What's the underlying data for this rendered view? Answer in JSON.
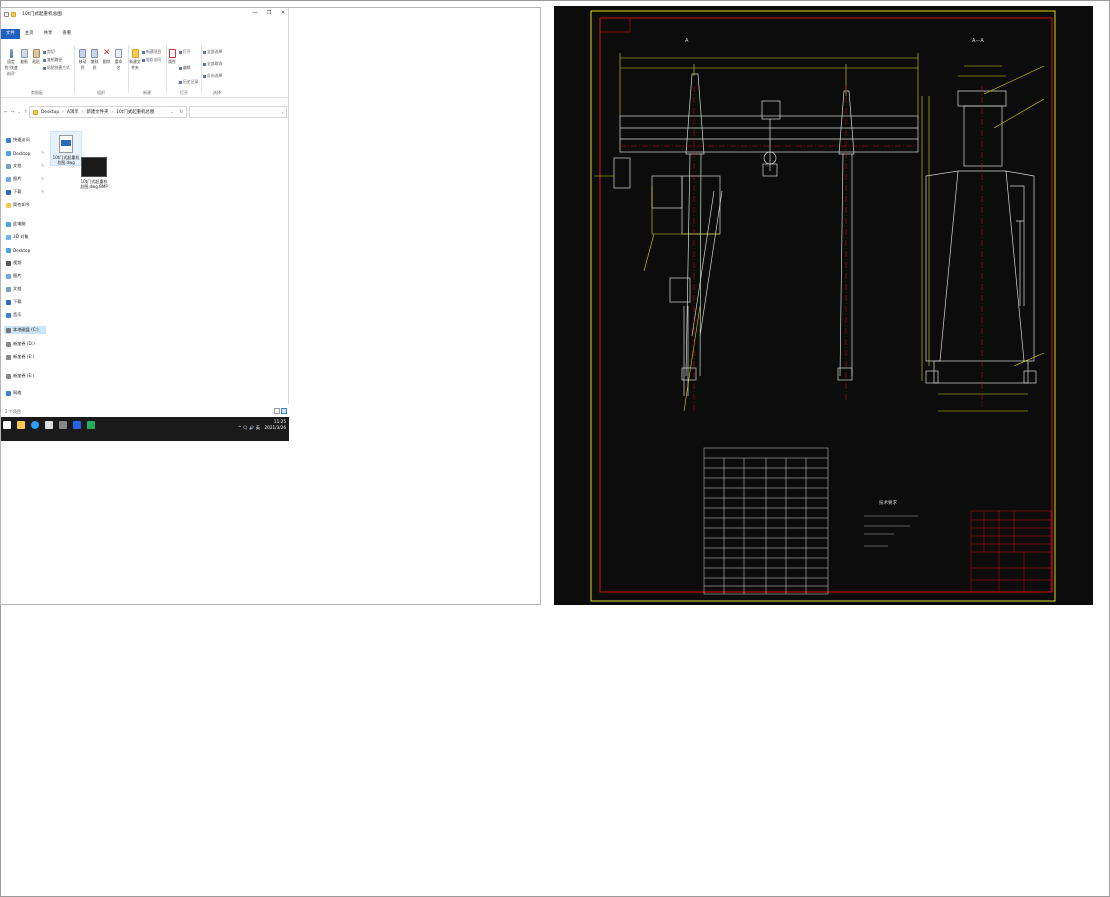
{
  "explorer": {
    "window_title": "10t门式起重机总图",
    "window_controls": [
      "—",
      "❐",
      "✕"
    ],
    "ribbon_tabs": [
      "文件",
      "主页",
      "共享",
      "查看"
    ],
    "ribbon": {
      "groups": [
        "剪贴板",
        "组织",
        "新建",
        "打开",
        "选择"
      ],
      "clipboard": {
        "pin": "固定到\"快速访问\"",
        "copy": "复制",
        "paste": "粘贴",
        "copy_path": "复制路径",
        "paste_shortcut": "粘贴快捷方式",
        "cut": "剪切"
      },
      "organize": {
        "move_to": "移动到",
        "copy_to": "复制到",
        "delete": "删除",
        "rename": "重命名"
      },
      "new": {
        "new_folder": "新建文件夹",
        "new_item": "新建项目",
        "easy_access": "轻松访问"
      },
      "open": {
        "properties": "属性",
        "open": "打开",
        "edit": "编辑",
        "history": "历史记录"
      },
      "select": {
        "select_all": "全部选择",
        "select_none": "全部取消",
        "invert": "反向选择"
      }
    },
    "address": {
      "breadcrumbs": [
        "Desktop",
        "A演示",
        "新建文件夹",
        "10t门式起重机总图"
      ]
    },
    "nav_pane": {
      "items": [
        "快速访问",
        "Desktop",
        "文档",
        "图片",
        "下载",
        "简也如今",
        "此电脑",
        "3D 对象",
        "Desktop",
        "视频",
        "图片",
        "文档",
        "下载",
        "音乐",
        "本地磁盘 (C:)",
        "新加卷 (D:)",
        "新加卷 (E:)",
        "新加卷 (E:)",
        "网络"
      ],
      "selected_index": 14
    },
    "files": [
      {
        "name": "10t门式起重机总图.dwg",
        "icon": "dwg-file-icon"
      },
      {
        "name": "10t门式起重机总图.dwg.BMP",
        "icon": "bmp-thumbnail-icon"
      }
    ],
    "status": "2 个项目",
    "taskbar": {
      "time": "11:25",
      "date": "2021/3/26",
      "tray": "^ 🗨 🔊 英"
    }
  },
  "cad": {
    "section_label": "A—A",
    "view_marker": "A",
    "notes_title": "技术要求"
  }
}
